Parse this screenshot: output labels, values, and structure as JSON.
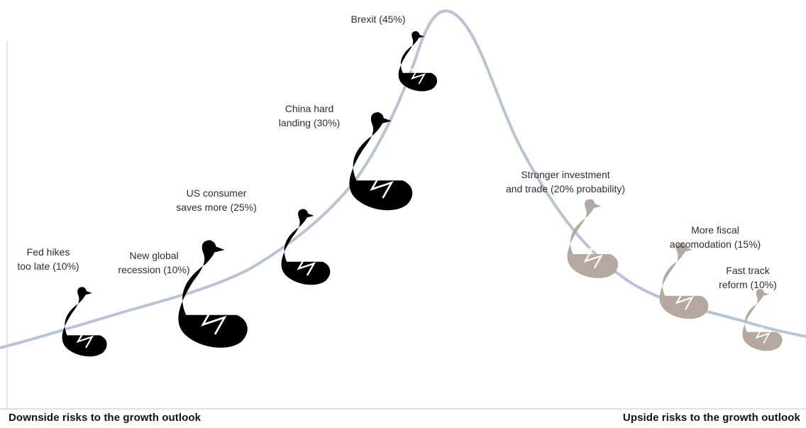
{
  "colors": {
    "curve": "#b8c3d6",
    "downside_swan": "#000000",
    "upside_swan": "#b4a8a0",
    "wing_stroke": "#ffffff",
    "axis": "#d7d7d7",
    "text": "#2d2d2d"
  },
  "risks": [
    {
      "id": "fed",
      "label": "Fed hikes\ntoo late (10%)",
      "side": "downside"
    },
    {
      "id": "recession",
      "label": "New global\nrecession (10%)",
      "side": "downside"
    },
    {
      "id": "consumer",
      "label": "US consumer\nsaves more (25%)",
      "side": "downside"
    },
    {
      "id": "china",
      "label": "China hard\nlanding (30%)",
      "side": "downside"
    },
    {
      "id": "brexit",
      "label": "Brexit (45%)",
      "side": "downside"
    },
    {
      "id": "investment",
      "label": "Stronger investment\nand trade (20% probability)",
      "side": "upside"
    },
    {
      "id": "fiscal",
      "label": "More fiscal\naccomodation (15%)",
      "side": "upside"
    },
    {
      "id": "reform",
      "label": "Fast track\nreform (10%)",
      "side": "upside"
    }
  ],
  "footer": {
    "left": "Downside risks to the growth outlook",
    "right": "Upside risks to the growth outlook"
  }
}
